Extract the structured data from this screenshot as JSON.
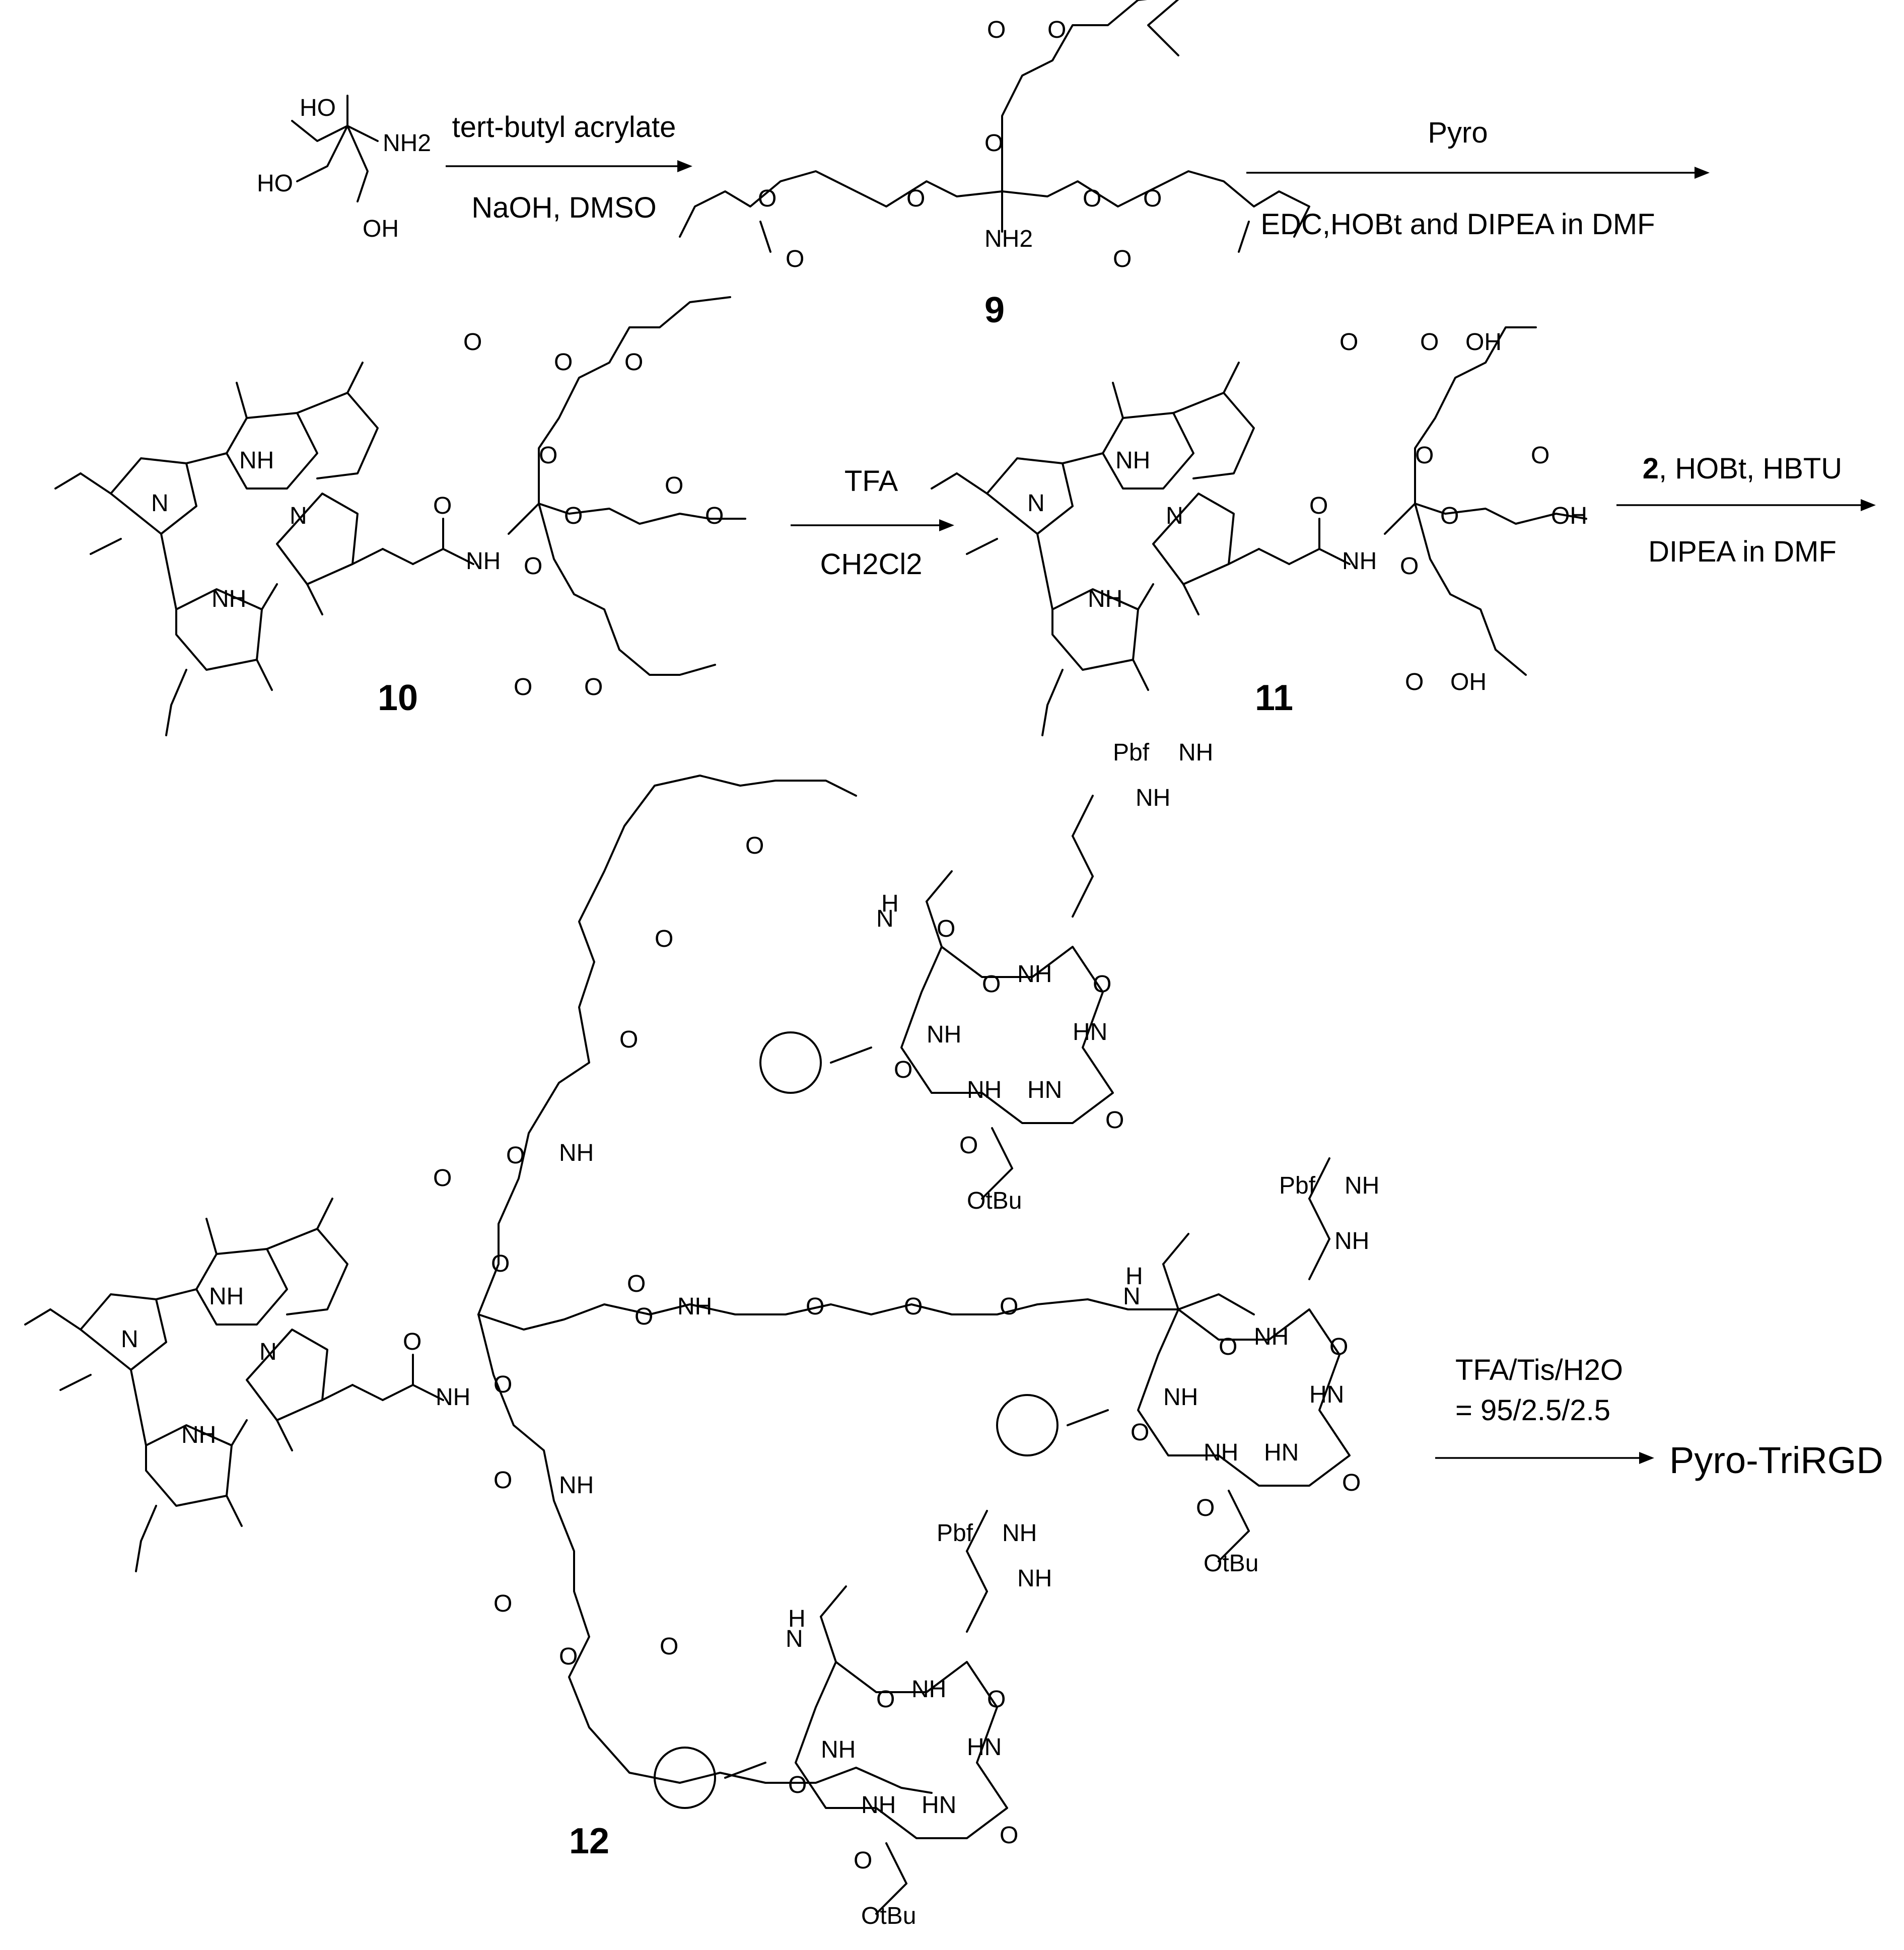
{
  "steps": [
    {
      "above": "tert-butyl acrylate",
      "below": "NaOH, DMSO"
    },
    {
      "above": "Pyro",
      "below": "EDC,HOBt and DIPEA in DMF"
    },
    {
      "above": "TFA",
      "below": "CH2Cl2"
    },
    {
      "above_bold": "2",
      "above_rest": ", HOBt, HBTU",
      "below": "DIPEA in DMF"
    },
    {
      "above": "TFA/Tis/H2O",
      "below": "= 95/2.5/2.5"
    }
  ],
  "compounds": {
    "c9": "9",
    "c10": "10",
    "c11": "11",
    "c12": "12"
  },
  "final_product": "Pyro-TriRGD",
  "atoms": {
    "HO": "HO",
    "OH": "OH",
    "NH2": "NH2",
    "O": "O",
    "N": "N",
    "NH": "NH",
    "H": "H",
    "HN": "HN",
    "Pbf": "Pbf",
    "OtBu": "OtBu"
  }
}
